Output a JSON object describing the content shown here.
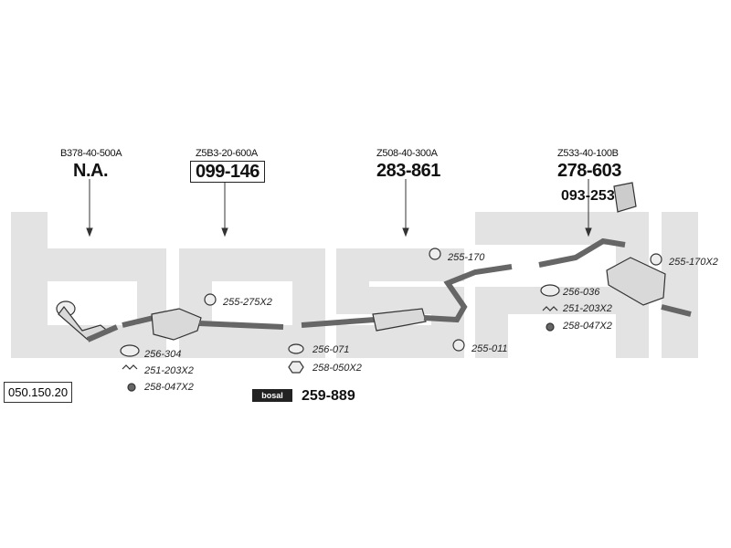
{
  "brand": {
    "watermark": "bosal",
    "logo_text": "bosal"
  },
  "catalog_ref": "050.150.20",
  "sections": [
    {
      "oe_code": "B378-40-500A",
      "part_no": "N.A.",
      "boxed": false
    },
    {
      "oe_code": "Z5B3-20-600A",
      "part_no": "099-146",
      "boxed": true
    },
    {
      "oe_code": "Z508-40-300A",
      "part_no": "283-861",
      "boxed": false
    },
    {
      "oe_code": "Z533-40-100B",
      "part_no": "278-603",
      "boxed": false
    }
  ],
  "accessory_parts": {
    "heat_shield": "093-253",
    "p255_170": "255-170",
    "p255_170x2": "255-170X2",
    "p255_275x2": "255-275X2",
    "p255_011": "255-011",
    "p256_036": "256-036",
    "p251_203x2_rear": "251-203X2",
    "p258_047x2_rear": "258-047X2",
    "p256_304": "256-304",
    "p251_203x2_front": "251-203X2",
    "p258_047x2_front": "258-047X2",
    "p256_071": "256-071",
    "p258_050x2": "258-050X2",
    "mount_kit": "259-889"
  },
  "colors": {
    "watermark": "#e3e3e3",
    "line": "#333333",
    "part_fill": "#d9d9d9"
  }
}
